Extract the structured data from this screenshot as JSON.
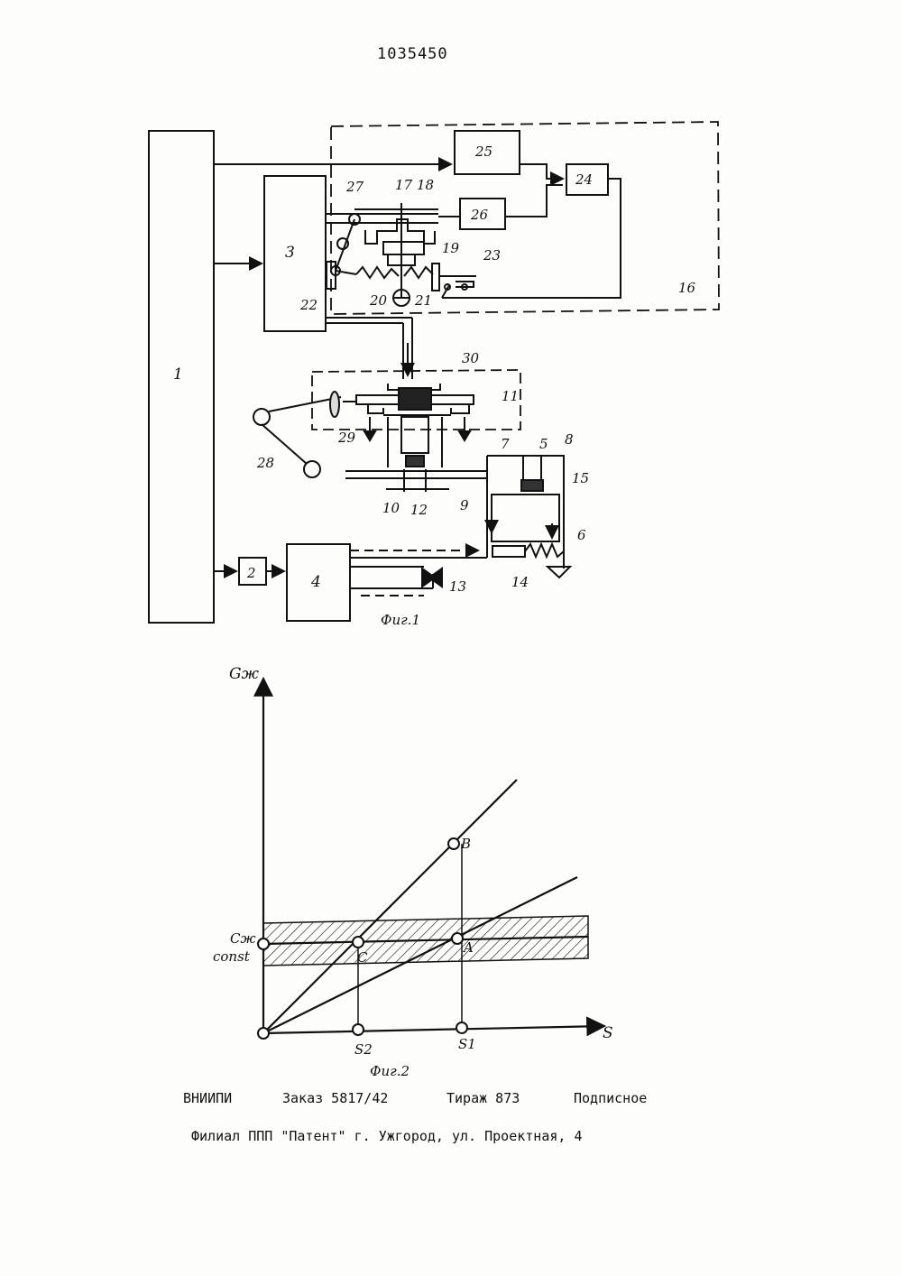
{
  "patent_number": "1035450",
  "figure1": {
    "caption": "Фиг.1",
    "blocks": {
      "b1": "1",
      "b2": "2",
      "b3": "3",
      "b4": "4",
      "b24": "24",
      "b25": "25",
      "b26": "26",
      "b11": "11",
      "b16": "16"
    },
    "callouts": {
      "n5": "5",
      "n6": "6",
      "n7": "7",
      "n8": "8",
      "n9": "9",
      "n10": "10",
      "n12": "12",
      "n13": "13",
      "n14": "14",
      "n15": "15",
      "n17": "17",
      "n18": "18",
      "n19": "19",
      "n20": "20",
      "n21": "21",
      "n22": "22",
      "n23": "23",
      "n27": "27",
      "n28": "28",
      "n29": "29",
      "n30": "30"
    }
  },
  "figure2": {
    "caption": "Фиг.2",
    "y_axis_label": "Gж",
    "x_axis_label": "S",
    "const_label_top": "Cж",
    "const_label_bottom": "const",
    "points": {
      "A": "A",
      "B": "B",
      "C": "C"
    },
    "x_ticks": {
      "s2": "S2",
      "s1": "S1"
    }
  },
  "imprint": {
    "org": "ВНИИПИ",
    "order": "Заказ 5817/42",
    "circulation": "Тираж 873",
    "subscription": "Подписное",
    "branch": "Филиал ППП \"Патент\"  г. Ужгород, ул. Проектная, 4"
  }
}
